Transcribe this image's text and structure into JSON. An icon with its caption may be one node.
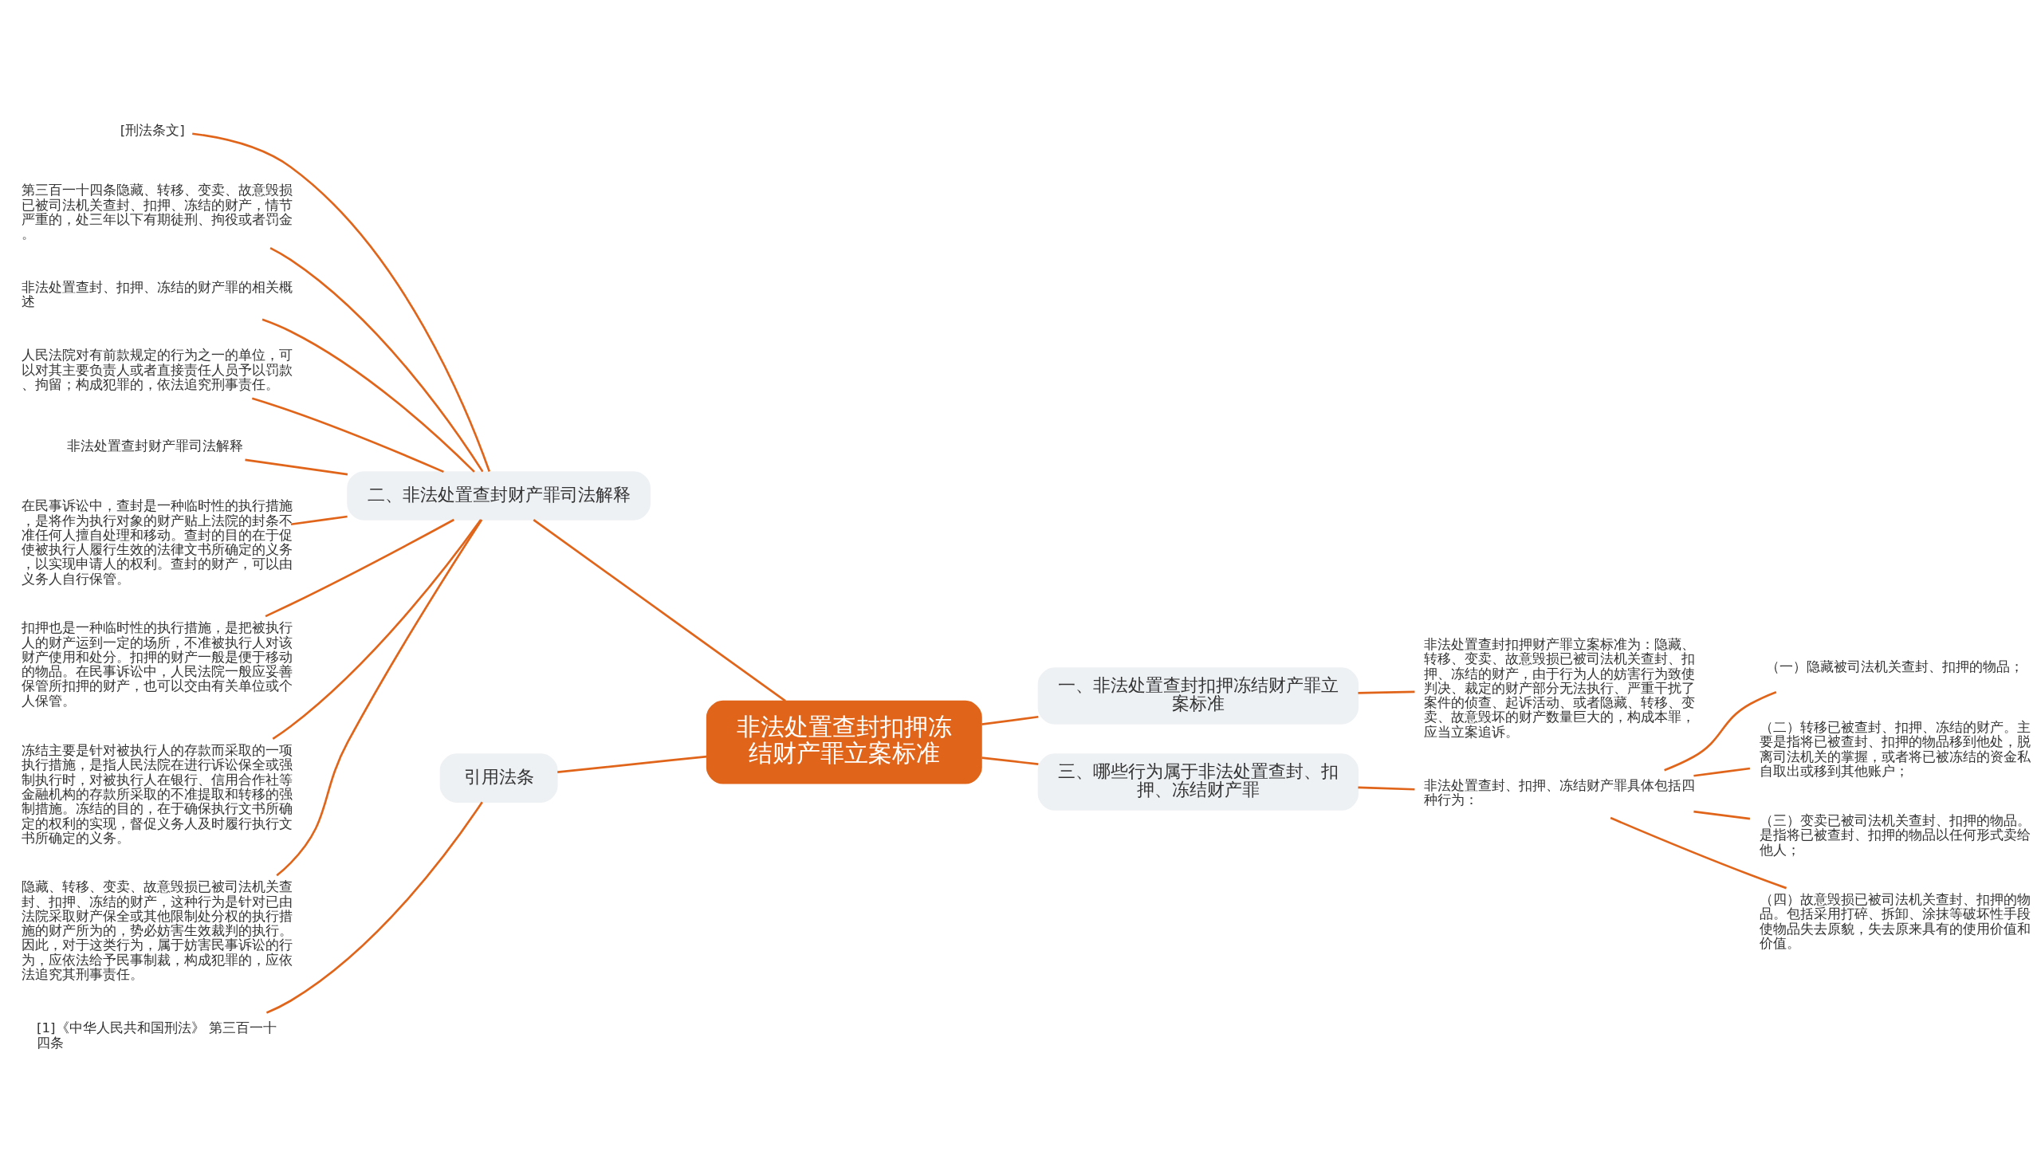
{
  "diagram": {
    "nodes": [
      {
        "text": [
          "非法处置查封扣押冻结财产罪立案标准"
        ]
      },
      {
        "text": [
          "二、非法处置查封财产罪司法解释"
        ]
      },
      {
        "text": [
          "[刑法条文]"
        ]
      },
      {
        "text": [
          "第三百一十四条隐藏、转移、变卖、故意毁损已被司法机关查封、扣押、冻结的财产，情节严重的，处三年以下有期徒刑、拘役或者罚金。"
        ]
      },
      {
        "text": [
          "非法处置查封、扣押、冻结的财产罪的相关概述"
        ]
      },
      {
        "text": [
          "人民法院对有前款规定的行为之一的单位，可以对其主要负责人或者直接责任人员予以罚款、拘留；构成犯罪的，依法追究刑事责任。"
        ]
      },
      {
        "text": [
          "非法处置查封财产罪司法解释"
        ]
      },
      {
        "text": [
          "在民事诉讼中，查封是一种临时性的执行措施，是将作为执行对象的财产贴上法院的封条不准任何人擅自处理和移动。查封的目的在于促使被执行人履行生效的法律文书所确定的义务，以实现申请人的权利。查封的财产，可以由义务人自行保管。"
        ]
      },
      {
        "text": [
          "扣押也是一种临时性的执行措施，是把被执行人的财产运到一定的场所，不准被执行人对该财产使用和处分。扣押的财产一般是便于移动的物品。在民事诉讼中，人民法院一般应妥善保管所扣押的财产，也可以交由有关单位或个人保管。"
        ]
      },
      {
        "text": [
          "冻结主要是针对被执行人的存款而采取的一项执行措施，是指人民法院在进行诉讼保全或强制执行时，对被执行人在银行、信用合作社等金融机构的存款所采取的不准提取和转移的强制措施。冻结的目的，在于确保执行文书所确定的权利的实现，督促义务人及时履行执行文书所确定的义务。"
        ]
      },
      {
        "text": [
          "隐藏、转移、变卖、故意毁损已被司法机关查封、扣押、冻结的财产，这种行为是针对已由法院采取财产保全或其他限制处分权的执行措施的财产所为的，势必妨害生效裁判的执行。因此，对于这类行为，属于妨害民事诉讼的行为，应依法给予民事制裁，构成犯罪的，应依法追究其刑事责任。"
        ]
      },
      {
        "text": [
          "一、非法处置查封扣押冻结财产罪立案标准"
        ]
      },
      {
        "text": [
          "非法处置查封扣押财产罪立案标准为：隐藏、转移、变卖、故意毁损已被司法机关查封、扣押、冻结的财产，由于行为人的妨害行为致使判决、裁定的财产部分无法执行、严重干扰了案件的侦查、起诉活动、或者隐藏、转移、变卖、故意毁坏的财产数量巨大的，构成本罪，应当立案追诉。"
        ]
      },
      {
        "text": [
          "三、哪些行为属于非法处置查封、扣押、冻结财产罪"
        ]
      },
      {
        "text": [
          "非法处置查封、扣押、冻结财产罪具体包括四种行为："
        ]
      },
      {
        "text": [
          "（一）隐藏被司法机关查封、扣押的物品；"
        ]
      },
      {
        "text": [
          "（二）转移已被查封、扣押、冻结的财产。主要是指将已被查封、扣押的物品移到他处，脱离司法机关的掌握，或者将已被冻结的资金私自取出或移到其他账户；"
        ]
      },
      {
        "text": [
          "（三）变卖已被司法机关查封、扣押的物品。是指将已被查封、扣押的物品以任何形式卖给他人；"
        ]
      },
      {
        "text": [
          "（四）故意毁损已被司法机关查封、扣押的物品。包括采用打碎、拆卸、涂抹等破坏性手段使物品失去原貌，失去原来具有的使用价值和价值。"
        ]
      },
      {
        "text": [
          "引用法条"
        ]
      },
      {
        "text": [
          "[1]《中华人民共和国刑法》 第三百一十四条"
        ]
      }
    ],
    "edges": [
      {
        "from": 0,
        "to": 1,
        "arrow": "none"
      },
      {
        "from": 1,
        "to": 2,
        "arrow": "none"
      },
      {
        "from": 1,
        "to": 3,
        "arrow": "none"
      },
      {
        "from": 1,
        "to": 4,
        "arrow": "none"
      },
      {
        "from": 1,
        "to": 5,
        "arrow": "none"
      },
      {
        "from": 1,
        "to": 6,
        "arrow": "none"
      },
      {
        "from": 1,
        "to": 7,
        "arrow": "none"
      },
      {
        "from": 1,
        "to": 8,
        "arrow": "none"
      },
      {
        "from": 1,
        "to": 9,
        "arrow": "none"
      },
      {
        "from": 1,
        "to": 10,
        "arrow": "none"
      },
      {
        "from": 0,
        "to": 11,
        "arrow": "none"
      },
      {
        "from": 11,
        "to": 12,
        "arrow": "none"
      },
      {
        "from": 0,
        "to": 13,
        "arrow": "none"
      },
      {
        "from": 13,
        "to": 14,
        "arrow": "none"
      },
      {
        "from": 14,
        "to": 15,
        "arrow": "none"
      },
      {
        "from": 14,
        "to": 16,
        "arrow": "none"
      },
      {
        "from": 14,
        "to": 17,
        "arrow": "none"
      },
      {
        "from": 14,
        "to": 18,
        "arrow": "none"
      },
      {
        "from": 0,
        "to": 19,
        "arrow": "none"
      },
      {
        "from": 19,
        "to": 20,
        "arrow": "none"
      }
    ]
  }
}
